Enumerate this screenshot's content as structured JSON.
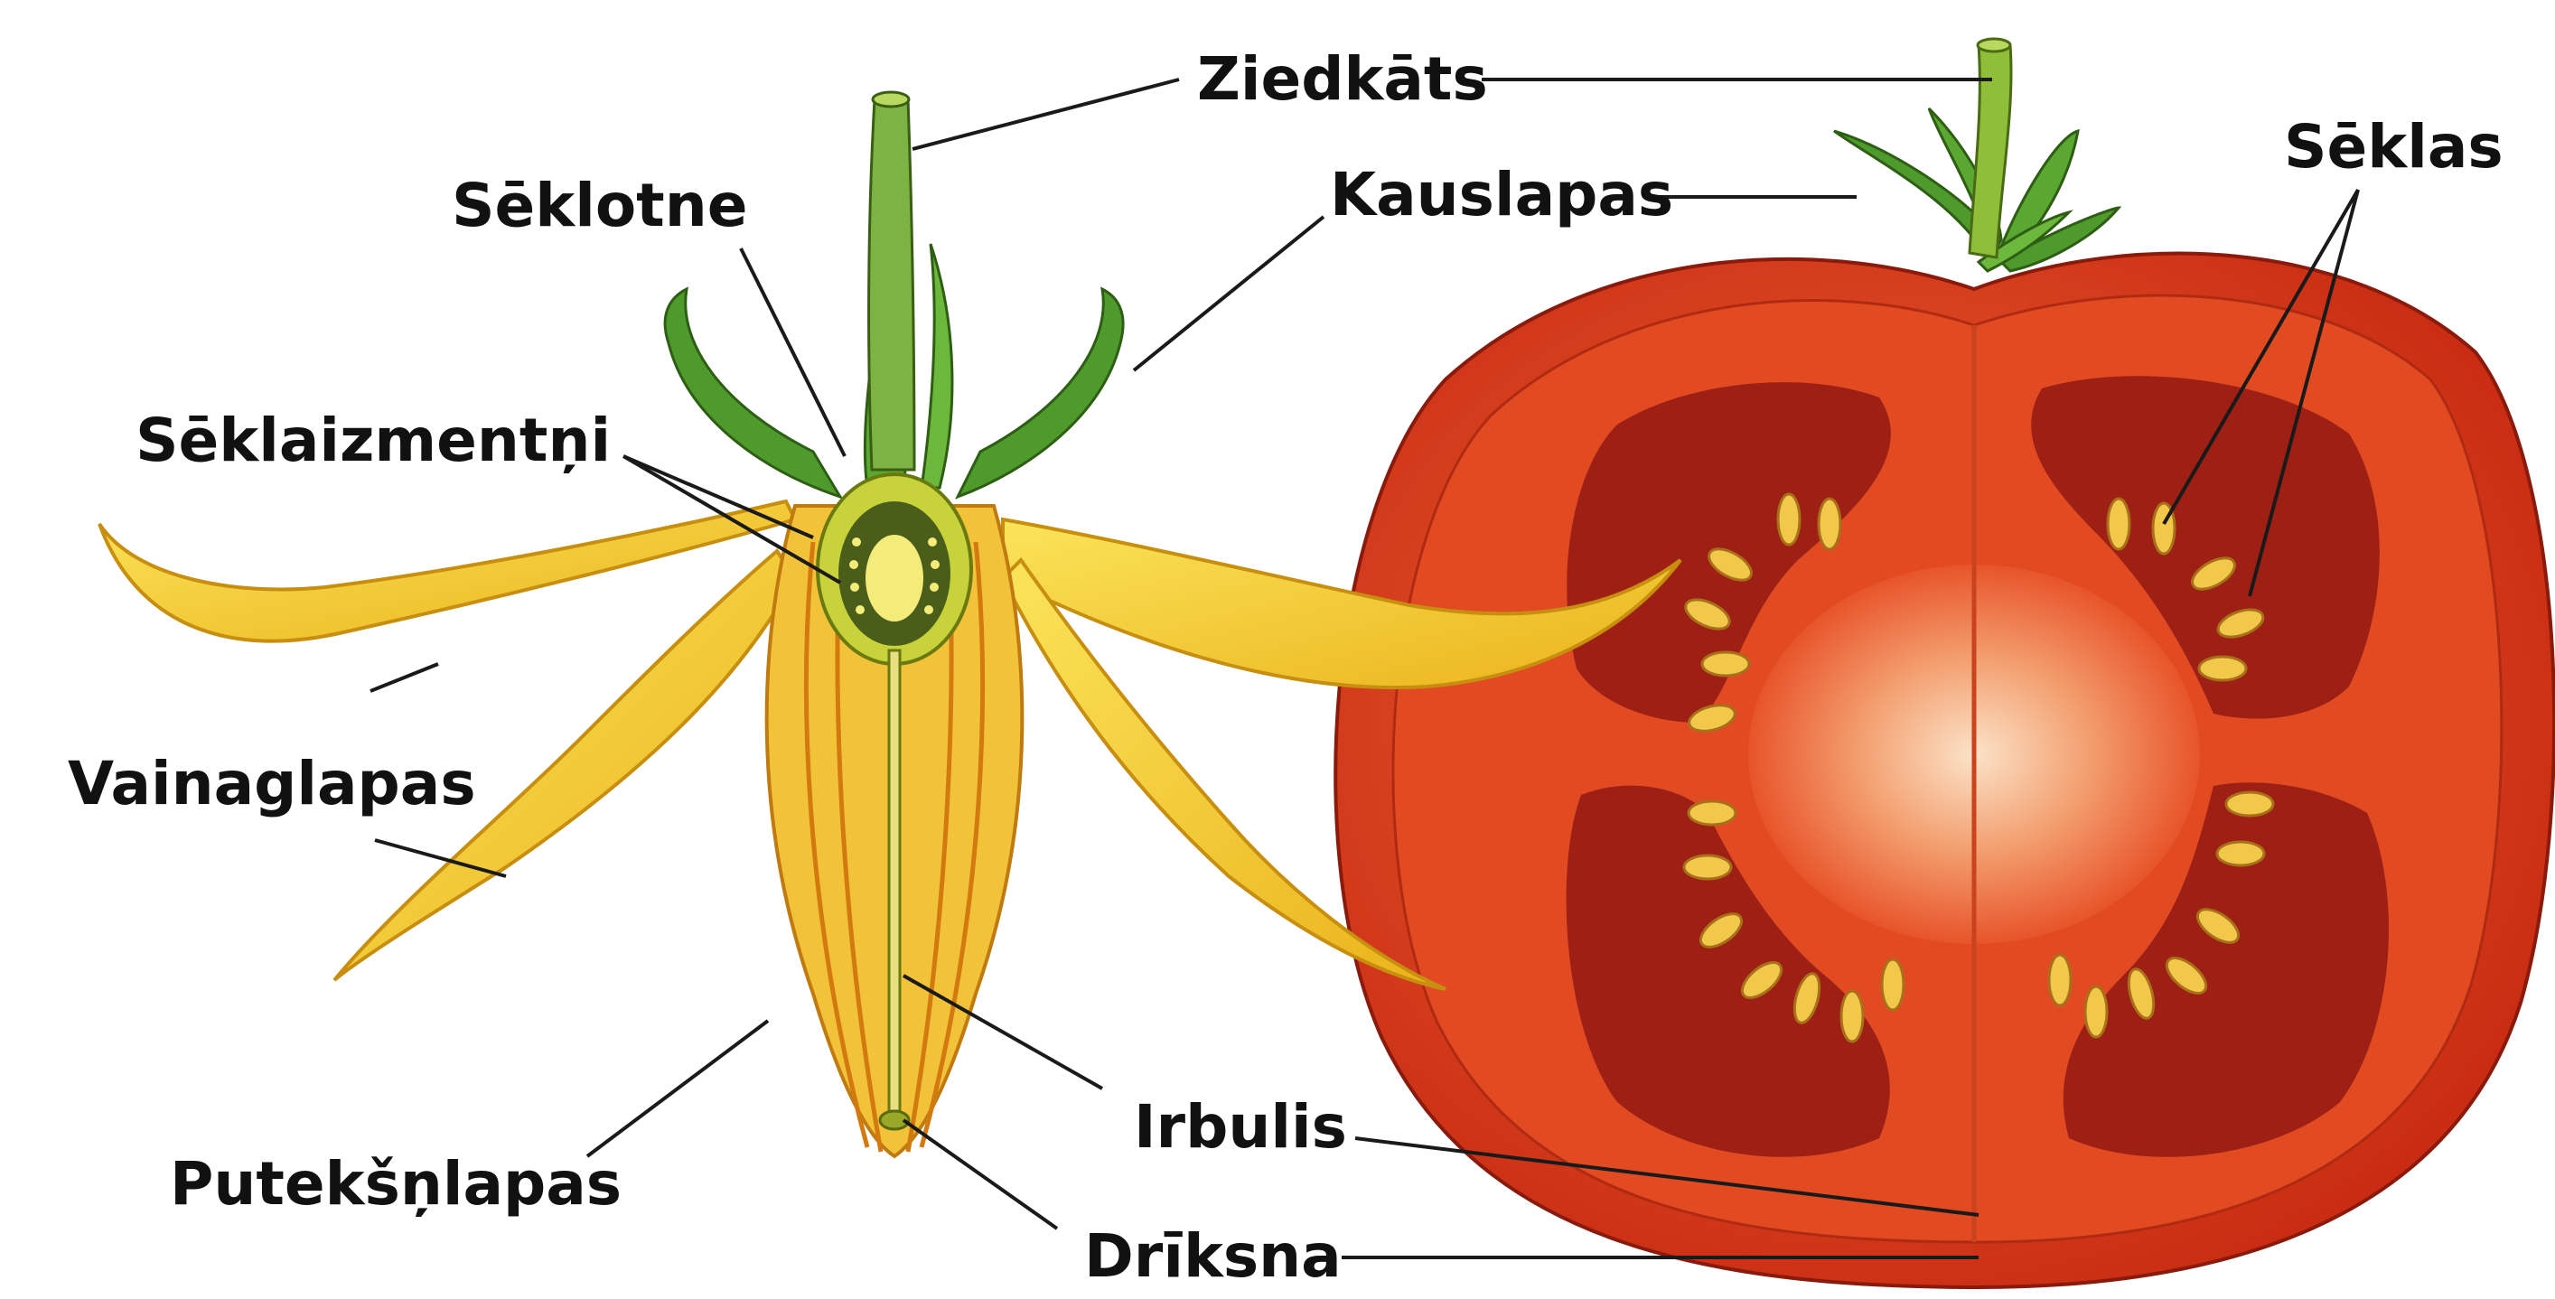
{
  "labels": {
    "ziedkats": "Ziedkāts",
    "kauslapas": "Kauslapas",
    "seklotne": "Sēklotne",
    "seklas": "Sēklas",
    "seklaizmentni": "Sēklaizmentņi",
    "vainaglapas": "Vainaglapas",
    "puteksnlapas": "Putekšņlapas",
    "irbulis": "Irbulis",
    "driksna": "Drīksna"
  },
  "colors": {
    "tomato_skin": "#d8361a",
    "tomato_flesh": "#e8542a",
    "tomato_cavity": "#9e1f14",
    "seed": "#f2c84a",
    "petal": "#f7d23a",
    "petal_dark": "#e8a816",
    "sepal": "#4f9a2c",
    "stem": "#7cb342",
    "ovary": "#c8d23a"
  }
}
